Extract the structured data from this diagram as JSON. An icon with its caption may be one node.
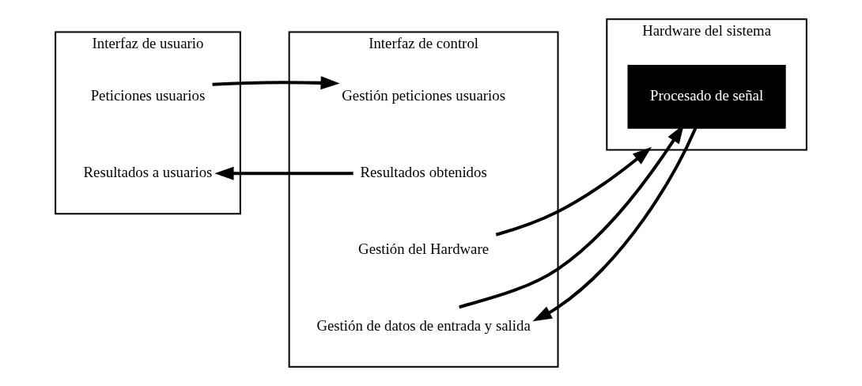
{
  "diagram": {
    "nodes": [
      {
        "text": [
          "Interfaz de usuario"
        ]
      },
      {
        "text": [
          "Peticiones usuarios"
        ],
        "in": 0
      },
      {
        "text": [
          "Resultados a usuarios"
        ],
        "in": 0
      },
      {
        "text": [
          "Interfaz de control"
        ]
      },
      {
        "text": [
          "Gestión peticiones usuarios"
        ],
        "in": 3
      },
      {
        "text": [
          "Resultados obtenidos"
        ],
        "in": 3
      },
      {
        "text": [
          "Gestión del Hardware"
        ],
        "in": 3
      },
      {
        "text": [
          "Gestión de datos de entrada y salida"
        ],
        "in": 3
      },
      {
        "text": [
          "Hardware del sistema"
        ]
      },
      {
        "text": [
          "Procesado de señal"
        ],
        "in": 8
      }
    ],
    "edges": [
      {
        "from": 1,
        "to": 4,
        "arrow": "to"
      },
      {
        "from": 5,
        "to": 2,
        "arrow": "to"
      },
      {
        "from": 6,
        "to": 8,
        "arrow": "to"
      },
      {
        "from": 7,
        "to": 9,
        "arrow": "to"
      },
      {
        "from": 9,
        "to": 7,
        "arrow": "to"
      }
    ]
  }
}
